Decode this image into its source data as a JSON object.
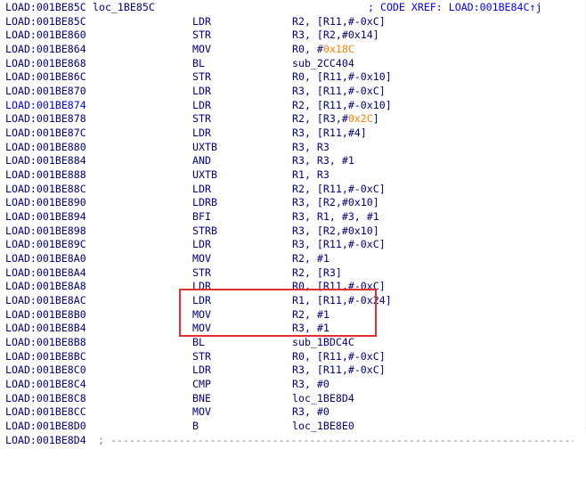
{
  "listing": {
    "header": {
      "address": "LOAD:001BE85C",
      "label": "loc_1BE85C",
      "comment": "; CODE XREF: LOAD:001BE84C↑j"
    },
    "lines": [
      {
        "address": "LOAD:001BE85C",
        "mnemonic": "LDR",
        "op_pre": "R2, [R11,#-0xC]",
        "op_imm": "",
        "op_post": ""
      },
      {
        "address": "LOAD:001BE860",
        "mnemonic": "STR",
        "op_pre": "R3, [R2,#0x14]",
        "op_imm": "",
        "op_post": ""
      },
      {
        "address": "LOAD:001BE864",
        "mnemonic": "MOV",
        "op_pre": "R0, #",
        "op_imm": "0x18C",
        "op_post": ""
      },
      {
        "address": "LOAD:001BE868",
        "mnemonic": "BL",
        "op_pre": "sub_2CC404",
        "op_imm": "",
        "op_post": ""
      },
      {
        "address": "LOAD:001BE86C",
        "mnemonic": "STR",
        "op_pre": "R0, [R11,#-0x10]",
        "op_imm": "",
        "op_post": ""
      },
      {
        "address": "LOAD:001BE870",
        "mnemonic": "LDR",
        "op_pre": "R3, [R11,#-0xC]",
        "op_imm": "",
        "op_post": ""
      },
      {
        "address": "LOAD:001BE874",
        "mnemonic": "LDR",
        "op_pre": "R2, [R11,#-0x10]",
        "op_imm": "",
        "op_post": "",
        "xref": true
      },
      {
        "address": "LOAD:001BE878",
        "mnemonic": "STR",
        "op_pre": "R2, [R3,#",
        "op_imm": "0x2C",
        "op_post": "]"
      },
      {
        "address": "LOAD:001BE87C",
        "mnemonic": "LDR",
        "op_pre": "R3, [R11,#4]",
        "op_imm": "",
        "op_post": ""
      },
      {
        "address": "LOAD:001BE880",
        "mnemonic": "UXTB",
        "op_pre": "R3, R3",
        "op_imm": "",
        "op_post": ""
      },
      {
        "address": "LOAD:001BE884",
        "mnemonic": "AND",
        "op_pre": "R3, R3, #1",
        "op_imm": "",
        "op_post": ""
      },
      {
        "address": "LOAD:001BE888",
        "mnemonic": "UXTB",
        "op_pre": "R1, R3",
        "op_imm": "",
        "op_post": ""
      },
      {
        "address": "LOAD:001BE88C",
        "mnemonic": "LDR",
        "op_pre": "R2, [R11,#-0xC]",
        "op_imm": "",
        "op_post": ""
      },
      {
        "address": "LOAD:001BE890",
        "mnemonic": "LDRB",
        "op_pre": "R3, [R2,#0x10]",
        "op_imm": "",
        "op_post": ""
      },
      {
        "address": "LOAD:001BE894",
        "mnemonic": "BFI",
        "op_pre": "R3, R1, #3, #1",
        "op_imm": "",
        "op_post": ""
      },
      {
        "address": "LOAD:001BE898",
        "mnemonic": "STRB",
        "op_pre": "R3, [R2,#0x10]",
        "op_imm": "",
        "op_post": ""
      },
      {
        "address": "LOAD:001BE89C",
        "mnemonic": "LDR",
        "op_pre": "R3, [R11,#-0xC]",
        "op_imm": "",
        "op_post": ""
      },
      {
        "address": "LOAD:001BE8A0",
        "mnemonic": "MOV",
        "op_pre": "R2, #1",
        "op_imm": "",
        "op_post": ""
      },
      {
        "address": "LOAD:001BE8A4",
        "mnemonic": "STR",
        "op_pre": "R2, [R3]",
        "op_imm": "",
        "op_post": ""
      },
      {
        "address": "LOAD:001BE8A8",
        "mnemonic": "LDR",
        "op_pre": "R0, [R11,#-0xC]",
        "op_imm": "",
        "op_post": ""
      },
      {
        "address": "LOAD:001BE8AC",
        "mnemonic": "LDR",
        "op_pre": "R1, [R11,#-0x24]",
        "op_imm": "",
        "op_post": ""
      },
      {
        "address": "LOAD:001BE8B0",
        "mnemonic": "MOV",
        "op_pre": "R2, #1",
        "op_imm": "",
        "op_post": ""
      },
      {
        "address": "LOAD:001BE8B4",
        "mnemonic": "MOV",
        "op_pre": "R3, #1",
        "op_imm": "",
        "op_post": ""
      },
      {
        "address": "LOAD:001BE8B8",
        "mnemonic": "BL",
        "op_pre": "sub_1BDC4C",
        "op_imm": "",
        "op_post": ""
      },
      {
        "address": "LOAD:001BE8BC",
        "mnemonic": "STR",
        "op_pre": "R0, [R11,#-0xC]",
        "op_imm": "",
        "op_post": ""
      },
      {
        "address": "LOAD:001BE8C0",
        "mnemonic": "LDR",
        "op_pre": "R3, [R11,#-0xC]",
        "op_imm": "",
        "op_post": ""
      },
      {
        "address": "LOAD:001BE8C4",
        "mnemonic": "CMP",
        "op_pre": "R3, #0",
        "op_imm": "",
        "op_post": ""
      },
      {
        "address": "LOAD:001BE8C8",
        "mnemonic": "BNE",
        "op_pre": "loc_1BE8D4",
        "op_imm": "",
        "op_post": ""
      },
      {
        "address": "LOAD:001BE8CC",
        "mnemonic": "MOV",
        "op_pre": "R3, #0",
        "op_imm": "",
        "op_post": ""
      },
      {
        "address": "LOAD:001BE8D0",
        "mnemonic": "B",
        "op_pre": "loc_1BE8E0",
        "op_imm": "",
        "op_post": ""
      }
    ],
    "footer": {
      "address": "LOAD:001BE8D4",
      "separator": "; --------------------------------------------------------------------------------------------"
    }
  },
  "colors": {
    "text": "#000080",
    "xref_address": "#0000ff",
    "immediate": "#ff7f00",
    "highlight_box": "#e03030"
  }
}
